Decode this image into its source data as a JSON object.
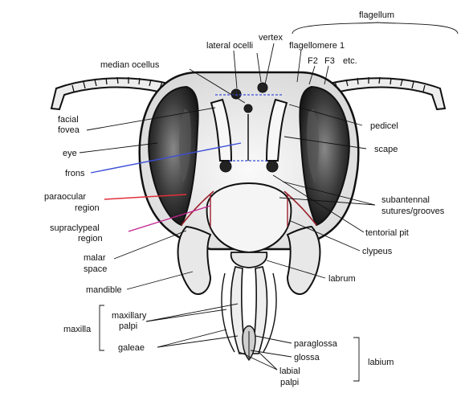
{
  "diagram": {
    "labels": {
      "flagellum": "flagellum",
      "vertex": "vertex",
      "lateral_ocelli": "lateral ocelli",
      "flagellomere_1": "flagellomere 1",
      "median_ocellus": "median ocellus",
      "f2": "F2",
      "f3": "F3",
      "etc": "etc.",
      "facial": "facial",
      "fovea": "fovea",
      "pedicel": "pedicel",
      "eye": "eye",
      "scape": "scape",
      "frons": "frons",
      "paraocular": "paraocular",
      "region_1": "region",
      "subantennal": "subantennal",
      "sutures_grooves": "sutures/grooves",
      "supraclypeal": "supraclypeal",
      "region_2": "region",
      "tentorial_pit": "tentorial pit",
      "malar": "malar",
      "space": "space",
      "clypeus": "clypeus",
      "labrum": "labrum",
      "mandible": "mandible",
      "maxillary": "maxillary",
      "palpi_1": "palpi",
      "maxilla": "maxilla",
      "galeae": "galeae",
      "paraglossa": "paraglossa",
      "glossa": "glossa",
      "labium": "labium",
      "labial": "labial",
      "palpi_2": "palpi"
    },
    "colors": {
      "outline": "#111111",
      "eye_dark": "#2a2a2a",
      "head_fill": "#f2f2f2",
      "frons_line": "#3b4ed8",
      "paraocular_line": "#e0303a",
      "supraclypeal_line": "#c2248f",
      "suture_line": "#9a1d2a"
    }
  }
}
